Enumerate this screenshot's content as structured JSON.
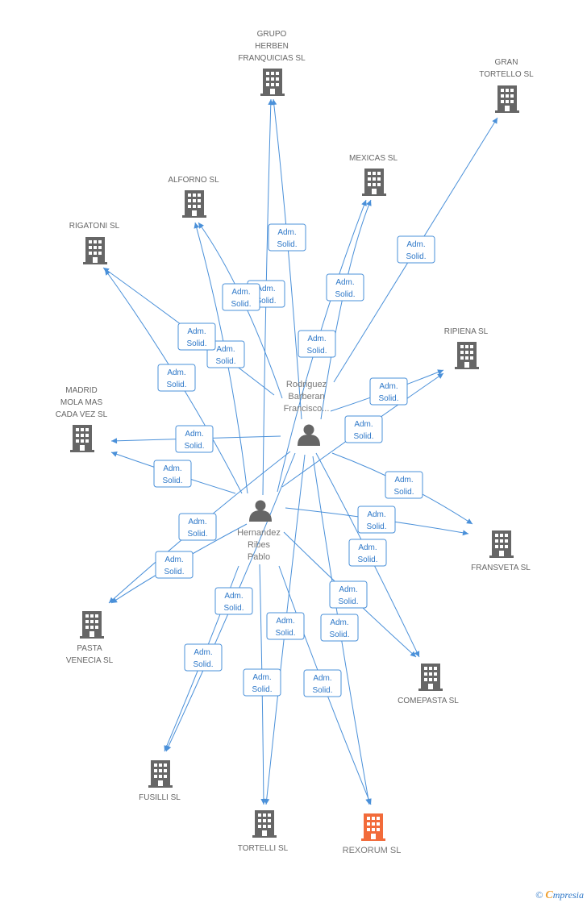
{
  "colors": {
    "edge": "#4a90d9",
    "node": "#666666",
    "highlight": "#f26b3a",
    "label": "#666666"
  },
  "companies": [
    {
      "id": "grupo-herben",
      "label": [
        "GRUPO",
        "HERBEN",
        "FRANQUICIAS SL"
      ],
      "highlight": false
    },
    {
      "id": "gran-tortello",
      "label": [
        "GRAN",
        "TORTELLO SL"
      ],
      "highlight": false
    },
    {
      "id": "mexicas",
      "label": [
        "MEXICAS SL"
      ],
      "highlight": false
    },
    {
      "id": "alforno",
      "label": [
        "ALFORNO SL"
      ],
      "highlight": false
    },
    {
      "id": "rigatoni",
      "label": [
        "RIGATONI SL"
      ],
      "highlight": false
    },
    {
      "id": "ripiena",
      "label": [
        "RIPIENA SL"
      ],
      "highlight": false
    },
    {
      "id": "madrid-mola",
      "label": [
        "MADRID",
        "MOLA MAS",
        "CADA VEZ SL"
      ],
      "highlight": false
    },
    {
      "id": "fransveta",
      "label": [
        "FRANSVETA SL"
      ],
      "highlight": false
    },
    {
      "id": "pasta-venecia",
      "label": [
        "PASTA",
        "VENECIA SL"
      ],
      "highlight": false
    },
    {
      "id": "comepasta",
      "label": [
        "COMEPASTA SL"
      ],
      "highlight": false
    },
    {
      "id": "fusilli",
      "label": [
        "FUSILLI SL"
      ],
      "highlight": false
    },
    {
      "id": "tortelli",
      "label": [
        "TORTELLI SL"
      ],
      "highlight": false
    },
    {
      "id": "rexorum",
      "label": [
        "REXORUM SL"
      ],
      "highlight": true
    }
  ],
  "persons": [
    {
      "id": "rodriguez",
      "label": [
        "Rodriguez",
        "Barberan",
        "Francisco..."
      ]
    },
    {
      "id": "hernandez",
      "label": [
        "Hernandez",
        "Ribes",
        "Pablo"
      ]
    }
  ],
  "relation_label": [
    "Adm.",
    "Solid."
  ],
  "edges": [
    {
      "from": "rodriguez",
      "to": "grupo-herben"
    },
    {
      "from": "hernandez",
      "to": "grupo-herben"
    },
    {
      "from": "rodriguez",
      "to": "gran-tortello"
    },
    {
      "from": "rodriguez",
      "to": "mexicas"
    },
    {
      "from": "hernandez",
      "to": "mexicas"
    },
    {
      "from": "rodriguez",
      "to": "alforno"
    },
    {
      "from": "hernandez",
      "to": "alforno"
    },
    {
      "from": "rodriguez",
      "to": "rigatoni"
    },
    {
      "from": "hernandez",
      "to": "rigatoni"
    },
    {
      "from": "rodriguez",
      "to": "ripiena"
    },
    {
      "from": "hernandez",
      "to": "ripiena"
    },
    {
      "from": "rodriguez",
      "to": "madrid-mola"
    },
    {
      "from": "hernandez",
      "to": "madrid-mola"
    },
    {
      "from": "rodriguez",
      "to": "fransveta"
    },
    {
      "from": "hernandez",
      "to": "fransveta"
    },
    {
      "from": "rodriguez",
      "to": "pasta-venecia"
    },
    {
      "from": "hernandez",
      "to": "pasta-venecia"
    },
    {
      "from": "rodriguez",
      "to": "comepasta"
    },
    {
      "from": "hernandez",
      "to": "comepasta"
    },
    {
      "from": "rodriguez",
      "to": "fusilli"
    },
    {
      "from": "hernandez",
      "to": "fusilli"
    },
    {
      "from": "rodriguez",
      "to": "tortelli"
    },
    {
      "from": "hernandez",
      "to": "tortelli"
    },
    {
      "from": "rodriguez",
      "to": "rexorum"
    },
    {
      "from": "hernandez",
      "to": "rexorum"
    }
  ],
  "watermark": {
    "copyright": "©",
    "brand_initial": "C",
    "brand_rest": "mpresia"
  }
}
